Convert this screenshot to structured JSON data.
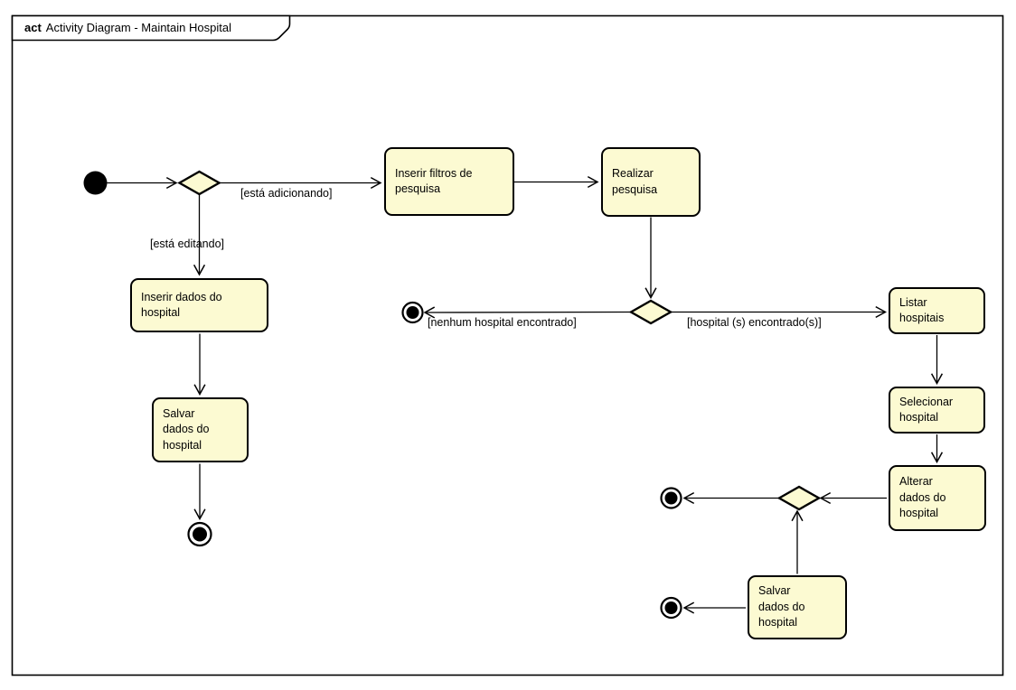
{
  "frame": {
    "keyword": "act",
    "title": "Activity Diagram - Maintain Hospital"
  },
  "nodes": {
    "inserir_filtros": {
      "label": "Inserir filtros de pesquisa"
    },
    "realizar_pesquisa": {
      "label": "Realizar pesquisa"
    },
    "inserir_dados": {
      "label": "Inserir dados do hospital"
    },
    "salvar_dados_left": {
      "label": "Salvar dados do hospital"
    },
    "listar_hospitais": {
      "label": "Listar hospitais"
    },
    "selecionar_hospital": {
      "label": "Selecionar hospital"
    },
    "alterar_dados": {
      "label": "Alterar dados do hospital"
    },
    "salvar_dados_right": {
      "label": "Salvar dados do hospital"
    }
  },
  "edge_labels": {
    "esta_adicionando": "[está adicionando]",
    "esta_editando": "[está editando]",
    "nenhum_hospital_encontrado": "[nenhum hospital encontrado]",
    "hospital_encontrado": "[hospital (s) encontrado(s)]"
  },
  "colors": {
    "node_fill": "#FCFAD2",
    "node_border": "#000000",
    "edge": "#000000",
    "background": "#FFFFFF"
  }
}
